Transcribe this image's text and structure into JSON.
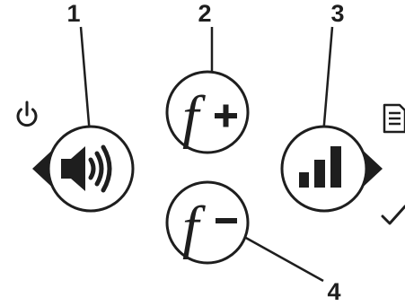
{
  "callouts": [
    {
      "id": "1",
      "label": "1"
    },
    {
      "id": "2",
      "label": "2"
    },
    {
      "id": "3",
      "label": "3"
    },
    {
      "id": "4",
      "label": "4"
    }
  ],
  "buttons": {
    "volume": {
      "icon": "speaker-volume-icon"
    },
    "function_plus": {
      "letter": "f",
      "sign": "+",
      "icon": "function-plus-icon"
    },
    "signal": {
      "icon": "signal-bars-icon"
    },
    "function_minus": {
      "letter": "f",
      "sign": "−",
      "icon": "function-minus-icon"
    }
  },
  "side_icons": [
    "power-icon",
    "document-icon",
    "checkmark-icon"
  ],
  "colors": {
    "ink": "#1e1e1e",
    "background": "#ffffff"
  }
}
